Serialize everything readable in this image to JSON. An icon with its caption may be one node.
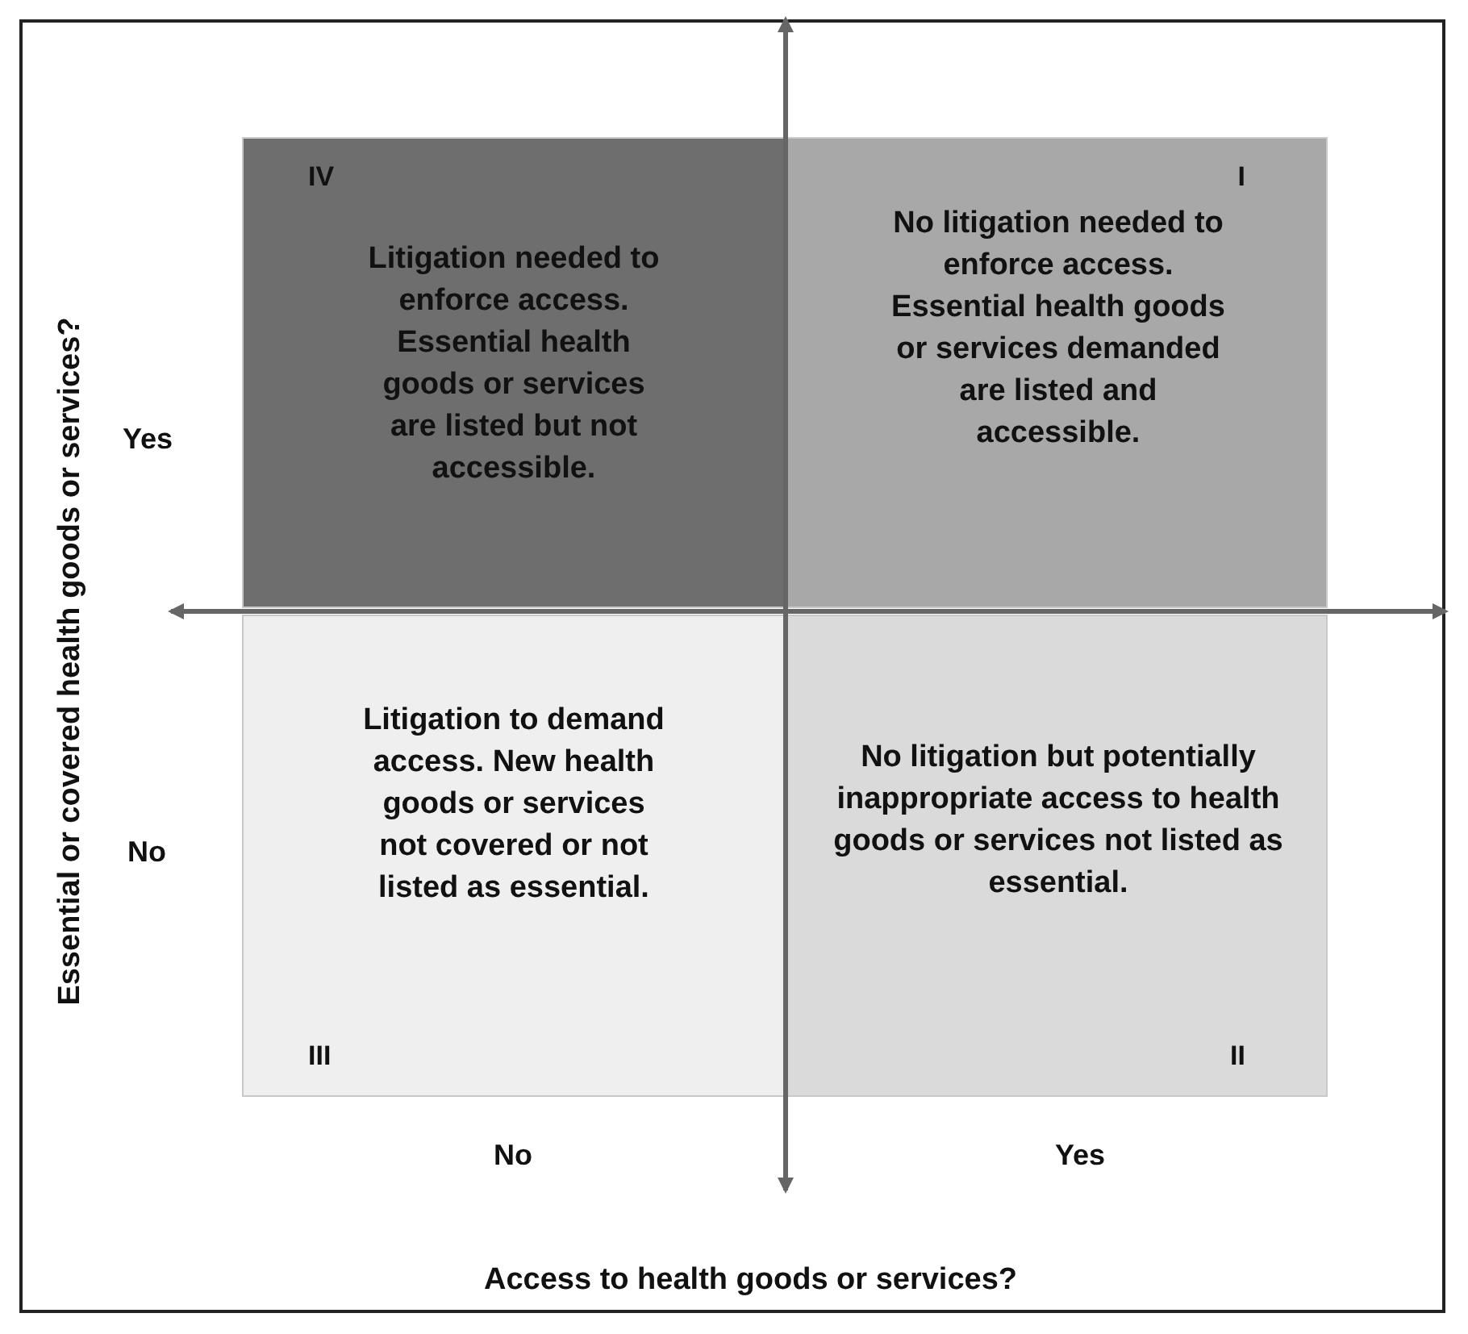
{
  "diagram": {
    "nodes": [
      {
        "text": [
          "IV",
          "Litigation needed to enforce access. Essential health goods or services are listed but not accessible."
        ]
      },
      {
        "text": [
          "I",
          "No litigation needed to enforce access. Essential health goods or services demanded are listed and accessible."
        ]
      },
      {
        "text": [
          "Litigation to demand access. New health goods or services not covered or not listed as essential.",
          "III"
        ]
      },
      {
        "text": [
          "No litigation but potentially inappropriate access to health goods or services not listed as essential.",
          "II"
        ]
      }
    ],
    "labels": [
      "Essential or covered health goods or services?",
      "Yes",
      "No",
      "No",
      "Yes",
      "Access to health goods or services?"
    ]
  }
}
